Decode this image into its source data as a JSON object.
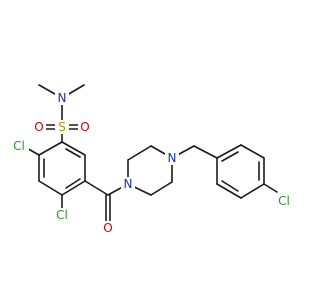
{
  "molecule": {
    "labels": {
      "n_sulfonamide": "N",
      "s_sulfonyl": "S",
      "o_sulfonyl_left": "O",
      "o_sulfonyl_right": "O",
      "cl_ring_top": "Cl",
      "cl_ring_bottom": "Cl",
      "o_carbonyl": "O",
      "n_piperazine_left": "N",
      "n_piperazine_right": "N",
      "cl_benzyl": "Cl"
    },
    "colors": {
      "bond": "#1a1a1a",
      "nitrogen": "#1f2db4",
      "oxygen": "#d40000",
      "sulfur": "#b39b00",
      "chlorine": "#2b9a2b"
    }
  }
}
